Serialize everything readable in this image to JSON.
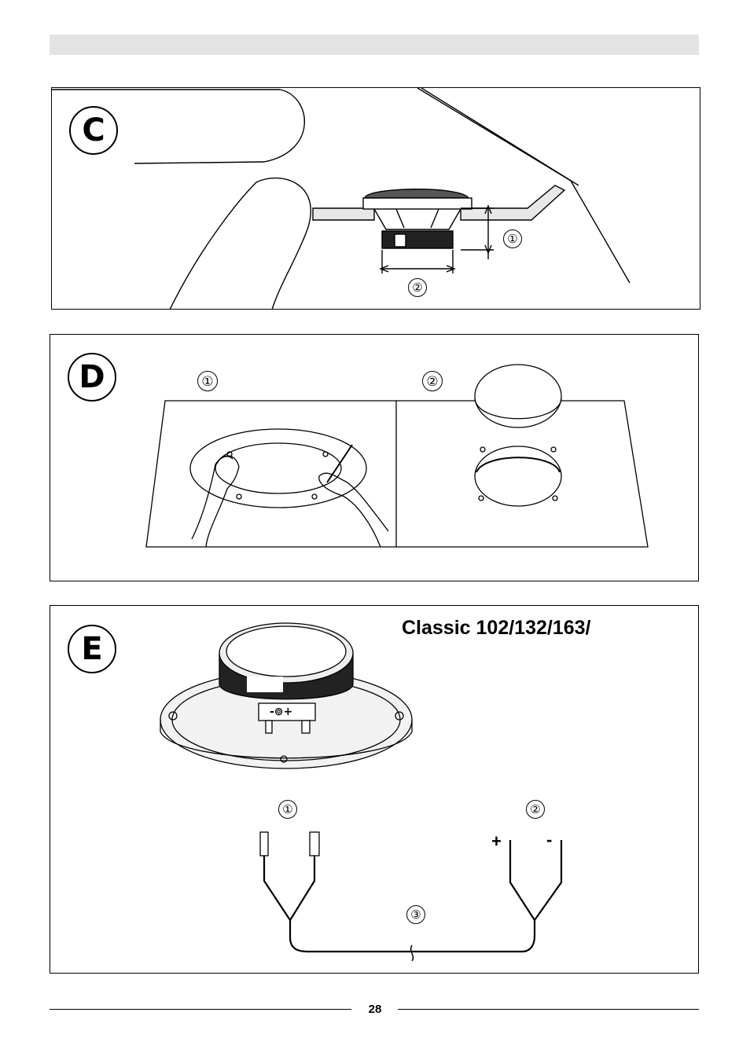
{
  "header": {
    "bar_color": "#e3e3e3"
  },
  "panels": {
    "c": {
      "badge": "C",
      "callouts": [
        "①",
        "②"
      ]
    },
    "d": {
      "badge": "D",
      "callouts": [
        "①",
        "②"
      ]
    },
    "e": {
      "badge": "E",
      "title": "Classic 102/132/163/",
      "callouts": [
        "①",
        "②",
        "③"
      ],
      "polarity": {
        "plus": "+",
        "minus": "-"
      },
      "terminal_label": "-⊚+"
    }
  },
  "footer": {
    "page_number": "28"
  }
}
